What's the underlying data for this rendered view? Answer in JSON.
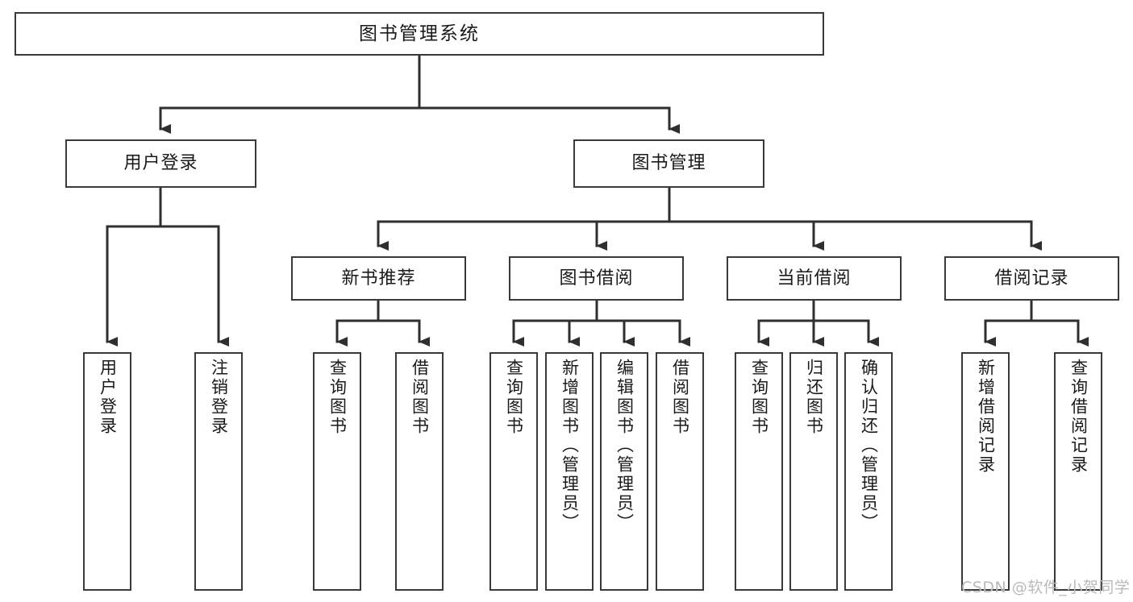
{
  "diagram": {
    "title": "图书管理系统",
    "type": "tree-hierarchy-chart",
    "colors": {
      "box_border": "#3a3a3a",
      "box_fill": "#ffffff",
      "connector": "#2f2f2f",
      "text": "#1a1a1a",
      "watermark": "#b9b9b9",
      "background": "#ffffff"
    },
    "root": {
      "label": "图书管理系统"
    },
    "level2": [
      {
        "label": "用户登录"
      },
      {
        "label": "图书管理"
      }
    ],
    "level3": [
      {
        "label": "新书推荐"
      },
      {
        "label": "图书借阅"
      },
      {
        "label": "当前借阅"
      },
      {
        "label": "借阅记录"
      }
    ],
    "leaves": {
      "user_login": [
        {
          "label": "用户登录"
        },
        {
          "label": "注销登录"
        }
      ],
      "new_book_recommend": [
        {
          "label": "查询图书"
        },
        {
          "label": "借阅图书"
        }
      ],
      "book_borrow": [
        {
          "label": "查询图书"
        },
        {
          "label": "新增图书（管理员）"
        },
        {
          "label": "编辑图书（管理员）"
        },
        {
          "label": "借阅图书"
        }
      ],
      "current_borrow": [
        {
          "label": "查询图书"
        },
        {
          "label": "归还图书"
        },
        {
          "label": "确认归还（管理员）"
        }
      ],
      "borrow_record": [
        {
          "label": "新增借阅记录"
        },
        {
          "label": "查询借阅记录"
        }
      ]
    }
  },
  "watermark": {
    "text": "CSDN @软件_小贺同学"
  }
}
